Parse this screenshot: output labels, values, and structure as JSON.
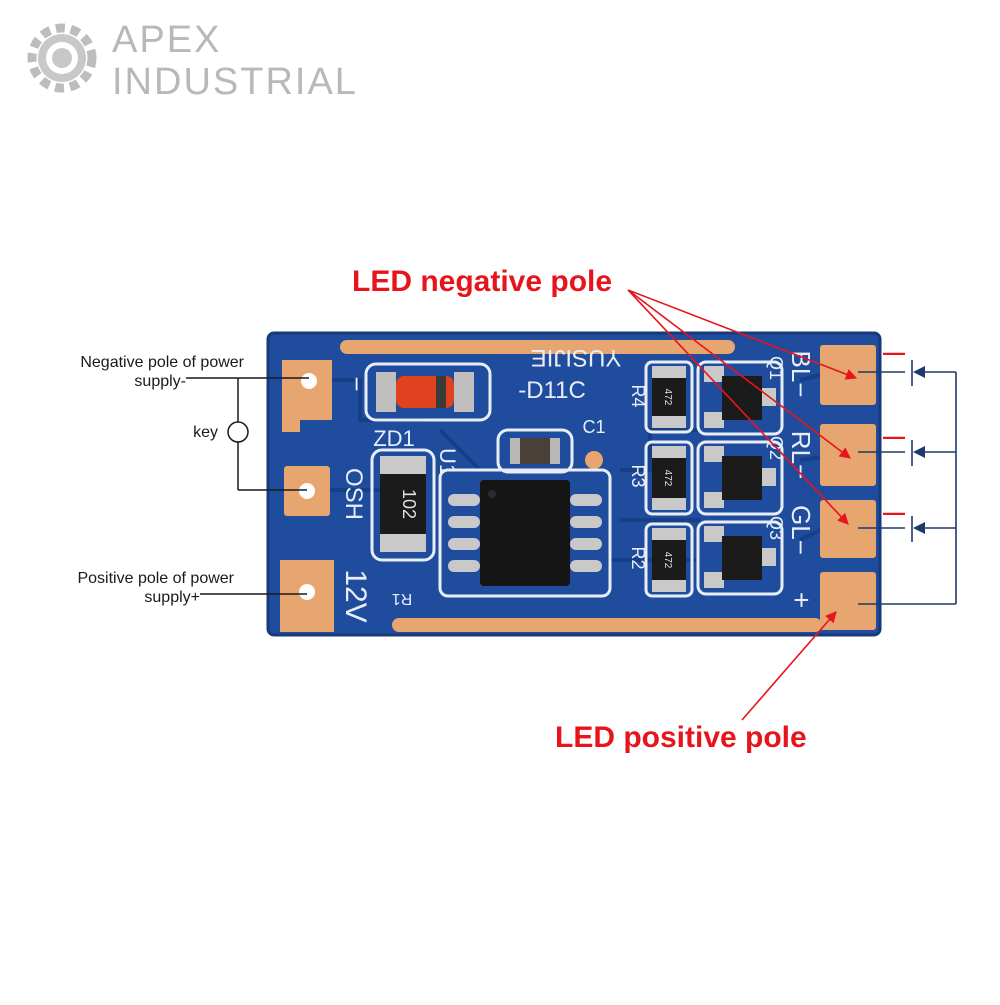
{
  "brand": {
    "line1": "APEX",
    "line2": "INDUSTRIAL",
    "logo_icon": "gear-icon",
    "text_color": "#b8b8b8"
  },
  "annotations": {
    "led_negative": "LED negative pole",
    "led_positive": "LED positive pole",
    "power_negative_line1": "Negative pole of power",
    "power_negative_line2": "supply-",
    "key": "key",
    "power_positive_line1": "Positive pole of power",
    "power_positive_line2": "supply+",
    "minus_marks": [
      "—",
      "—",
      "—"
    ]
  },
  "board": {
    "silkscreen": {
      "chip_code_top": "YUSIJIE",
      "chip_code_bottom": "-D11C",
      "zd1": "ZD1",
      "u1": "U1",
      "c1": "C1",
      "r1": "R1",
      "r2": "R2",
      "r3": "R3",
      "r4": "R4",
      "q1": "Q1",
      "q2": "Q2",
      "q3": "Q3",
      "osh": "OSH",
      "v12": "12V",
      "minus": "−",
      "bl": "BL−",
      "rl": "RL−",
      "gl": "GL−",
      "plus": "+",
      "resistor_code_r1": "102",
      "resistor_code_r234": "472"
    }
  },
  "colors": {
    "pcb": "#1f4c9c",
    "pad": "#e7a56f",
    "silk": "#e8eef8",
    "red": "#e8141c",
    "wire": "#1d3a6e"
  }
}
